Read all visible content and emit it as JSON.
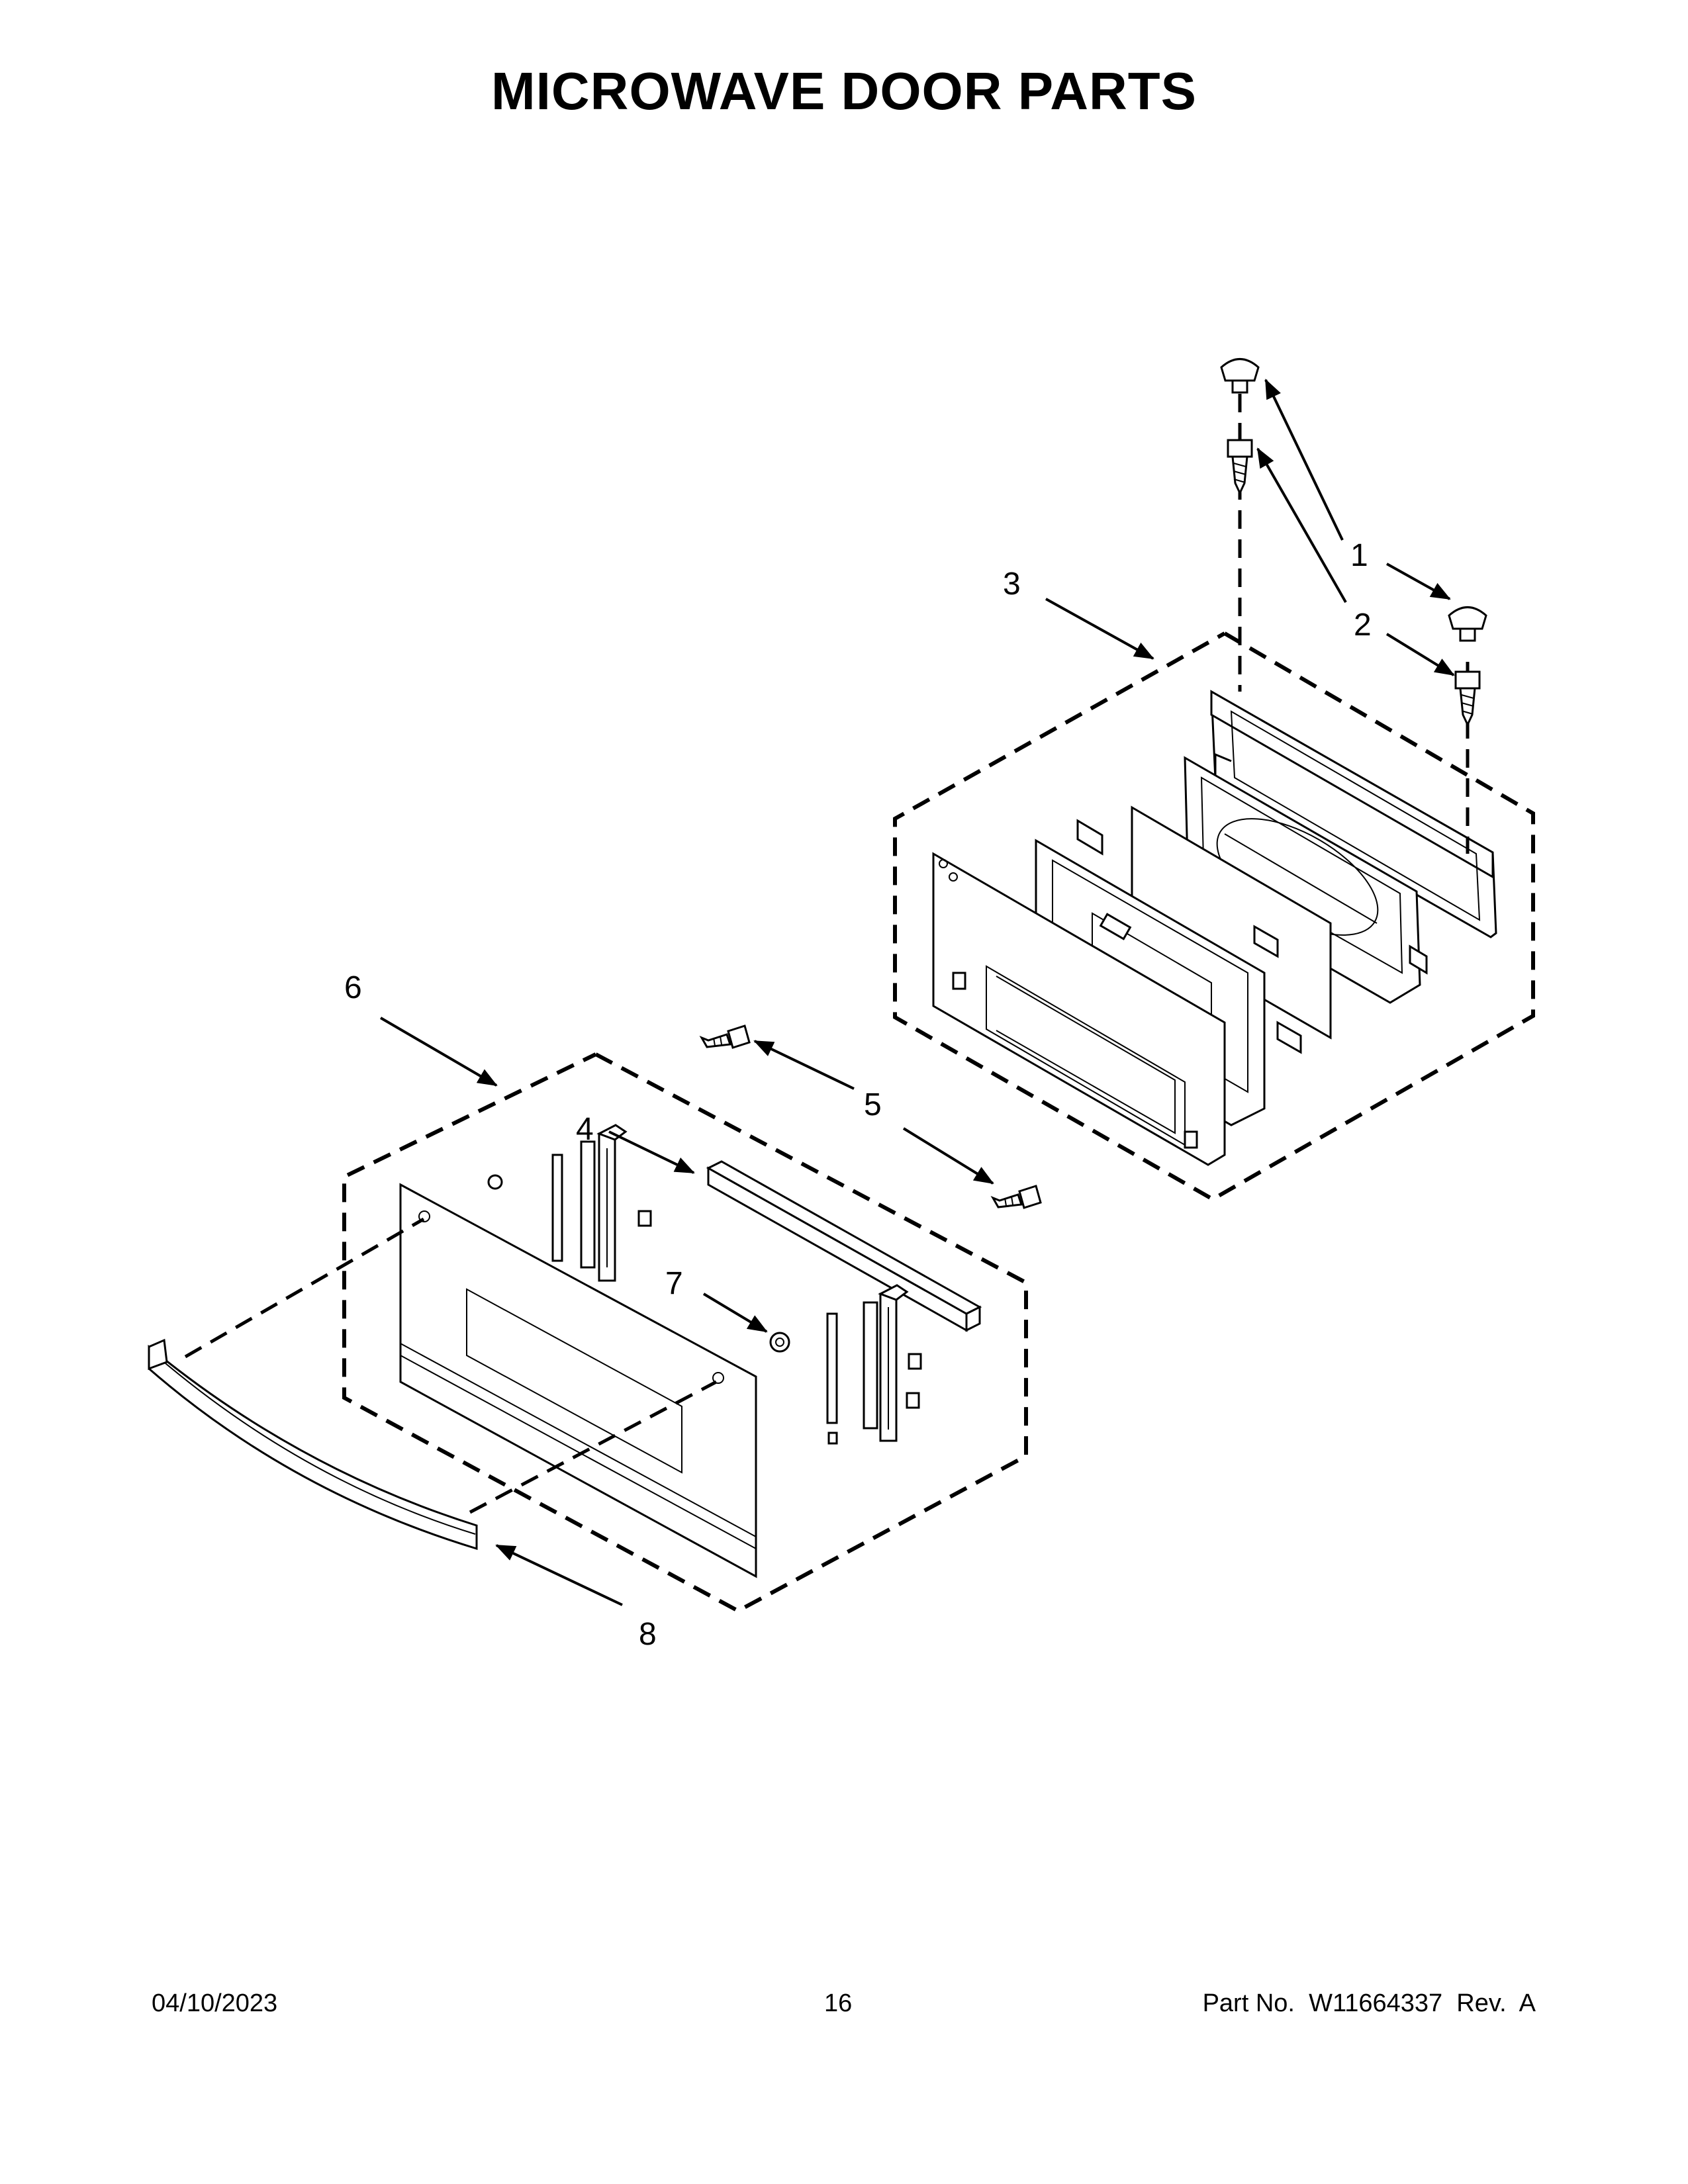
{
  "page": {
    "title": "MICROWAVE DOOR PARTS"
  },
  "callouts": {
    "c1": "1",
    "c2": "2",
    "c3": "3",
    "c4": "4",
    "c5": "5",
    "c6": "6",
    "c7": "7",
    "c8": "8"
  },
  "footer": {
    "date": "04/10/2023",
    "page_number": "16",
    "part_info": "Part No.  W11664337  Rev.  A"
  }
}
